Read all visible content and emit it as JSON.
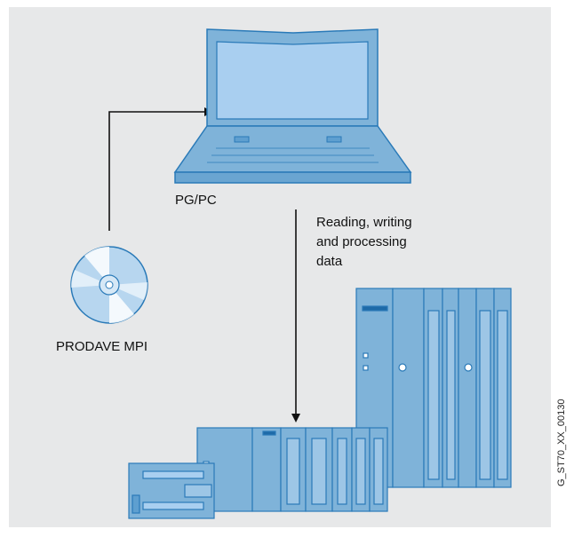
{
  "labels": {
    "pc": "PG/PC",
    "cd": "PRODAVE MPI",
    "description": [
      "Reading, writing",
      "and processing",
      "data"
    ],
    "figure_code": "G_ST70_XX_00130"
  },
  "colors": {
    "background": "#e7e8e9",
    "device_fill": "#7fb3d9",
    "device_stroke": "#2a7ab8",
    "screen": "#a9cff0",
    "arrow": "#111111"
  }
}
